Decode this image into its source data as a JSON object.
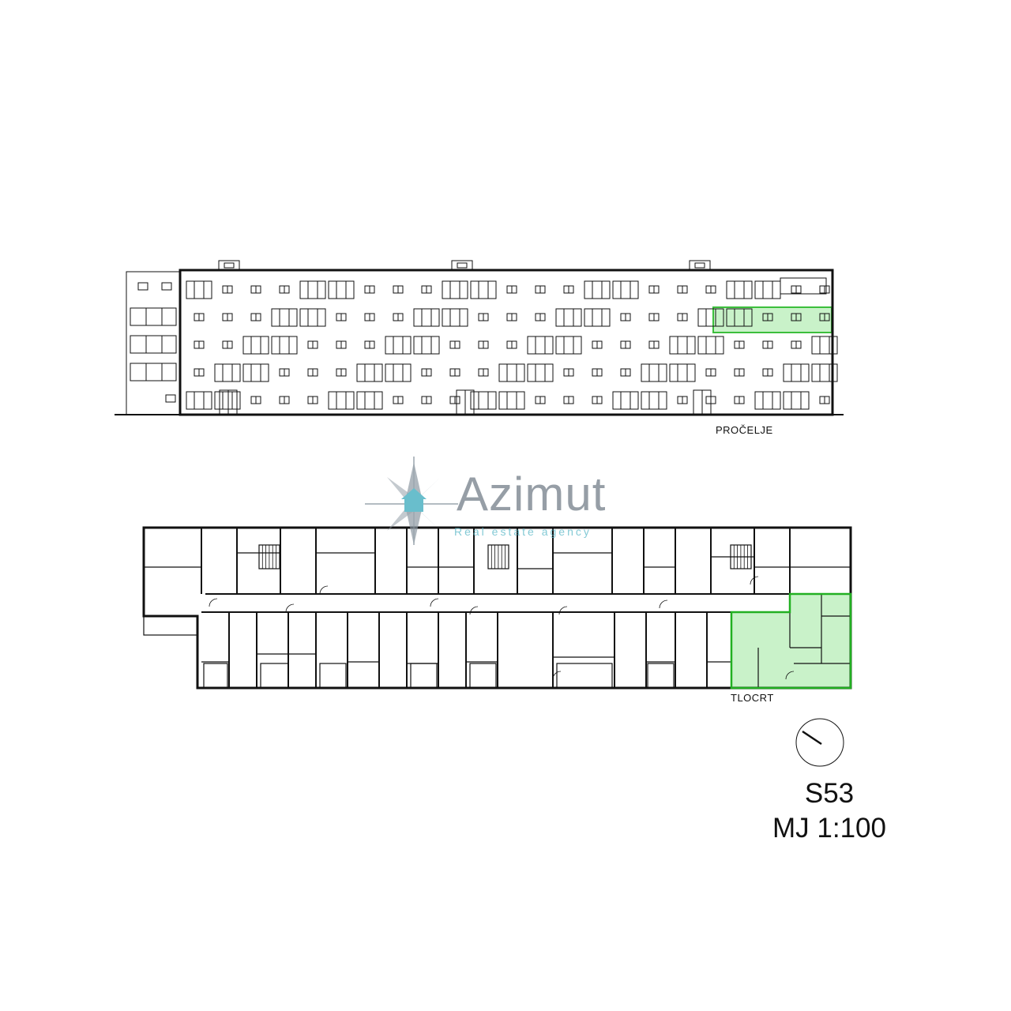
{
  "elevation": {
    "label": "PROČELJE",
    "highlight_color": "#c9f2c9"
  },
  "floorplan": {
    "label": "TLOCRT",
    "highlight_color": "#c9f2c9",
    "highlight_border": "#22b022"
  },
  "watermark": {
    "brand": "Azimut",
    "tagline": "Real estate agency",
    "accent_color": "#5ab8c7",
    "icon": "compass-house-icon"
  },
  "north_arrow": {
    "icon": "north-arrow-icon"
  },
  "unit": {
    "code": "S53",
    "scale": "MJ 1:100"
  }
}
